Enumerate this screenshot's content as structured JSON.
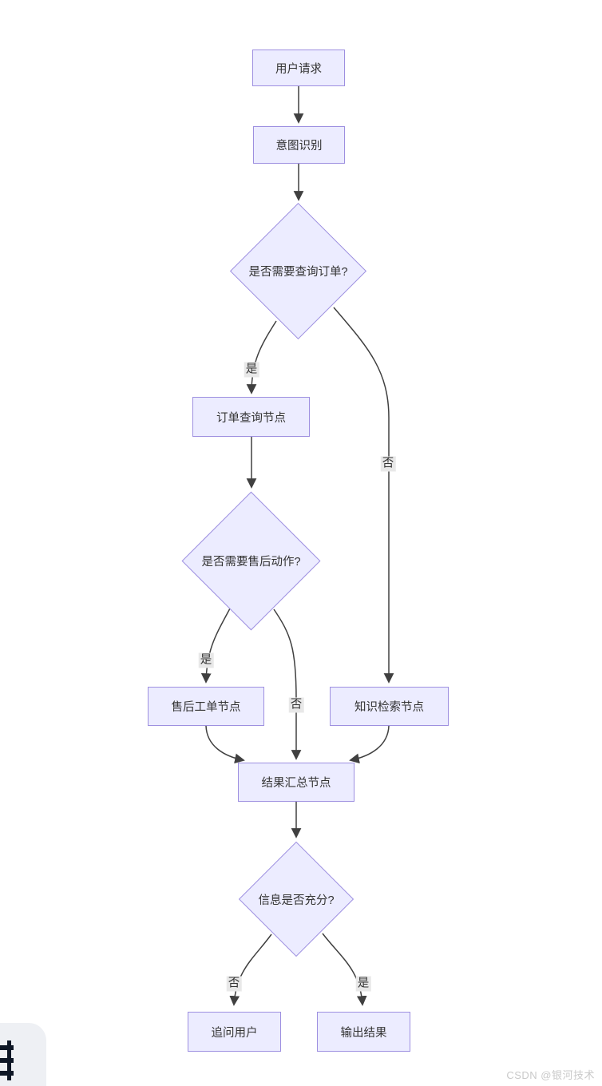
{
  "diagram": {
    "nodes": {
      "user_request": {
        "label": "用户请求",
        "shape": "rect"
      },
      "intent_recognition": {
        "label": "意图识别",
        "shape": "rect"
      },
      "need_order_query": {
        "label": "是否需要查询订单?",
        "shape": "diamond"
      },
      "order_query_node": {
        "label": "订单查询节点",
        "shape": "rect"
      },
      "need_aftersales": {
        "label": "是否需要售后动作?",
        "shape": "diamond"
      },
      "aftersales_ticket_node": {
        "label": "售后工单节点",
        "shape": "rect"
      },
      "knowledge_retrieval_node": {
        "label": "知识检索节点",
        "shape": "rect"
      },
      "result_summary_node": {
        "label": "结果汇总节点",
        "shape": "rect"
      },
      "info_sufficient": {
        "label": "信息是否充分?",
        "shape": "diamond"
      },
      "ask_user": {
        "label": "追问用户",
        "shape": "rect"
      },
      "output_result": {
        "label": "输出结果",
        "shape": "rect"
      }
    },
    "edge_labels": {
      "order_yes": "是",
      "order_no": "否",
      "aftersales_yes": "是",
      "aftersales_no": "否",
      "info_no": "否",
      "info_yes": "是"
    },
    "colors": {
      "node_fill": "#ECECFF",
      "node_border": "#9d8fe0",
      "edge": "#404040",
      "label_bg": "#e8e8e8",
      "text": "#333333"
    }
  },
  "watermark": {
    "text": "CSDN @银河技术"
  },
  "floating_button": {
    "icon": "sliders-icon"
  }
}
